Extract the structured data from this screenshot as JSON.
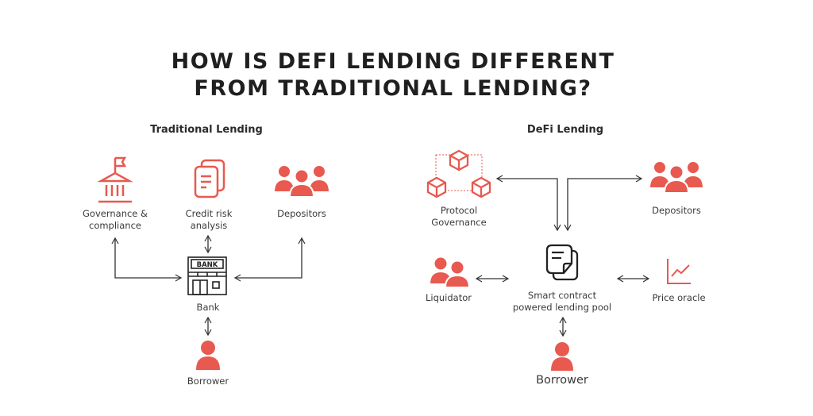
{
  "title": {
    "line1": "HOW IS DEFI LENDING DIFFERENT",
    "line2": "FROM TRADITIONAL LENDING?"
  },
  "colors": {
    "accent": "#e8594f",
    "line": "#333333"
  },
  "traditional": {
    "heading": "Traditional Lending",
    "nodes": {
      "governance": {
        "line1": "Governance &",
        "line2": "compliance",
        "icon": "government-building-icon"
      },
      "credit": {
        "line1": "Credit risk",
        "line2": "analysis",
        "icon": "documents-icon"
      },
      "depositors": {
        "label": "Depositors",
        "icon": "group-icon"
      },
      "bank": {
        "label": "Bank",
        "sign": "BANK",
        "icon": "bank-icon"
      },
      "borrower": {
        "label": "Borrower",
        "icon": "person-icon"
      }
    }
  },
  "defi": {
    "heading": "DeFi Lending",
    "nodes": {
      "governance": {
        "line1": "Protocol",
        "line2": "Governance",
        "icon": "blocks-network-icon"
      },
      "depositors": {
        "label": "Depositors",
        "icon": "group-icon"
      },
      "pool": {
        "line1": "Smart contract",
        "line2": "powered lending pool",
        "icon": "smart-contract-icon"
      },
      "liquidator": {
        "label": "Liquidator",
        "icon": "two-people-icon"
      },
      "oracle": {
        "label": "Price oracle",
        "icon": "line-chart-icon"
      },
      "borrower": {
        "label": "Borrower",
        "icon": "person-icon"
      }
    }
  }
}
